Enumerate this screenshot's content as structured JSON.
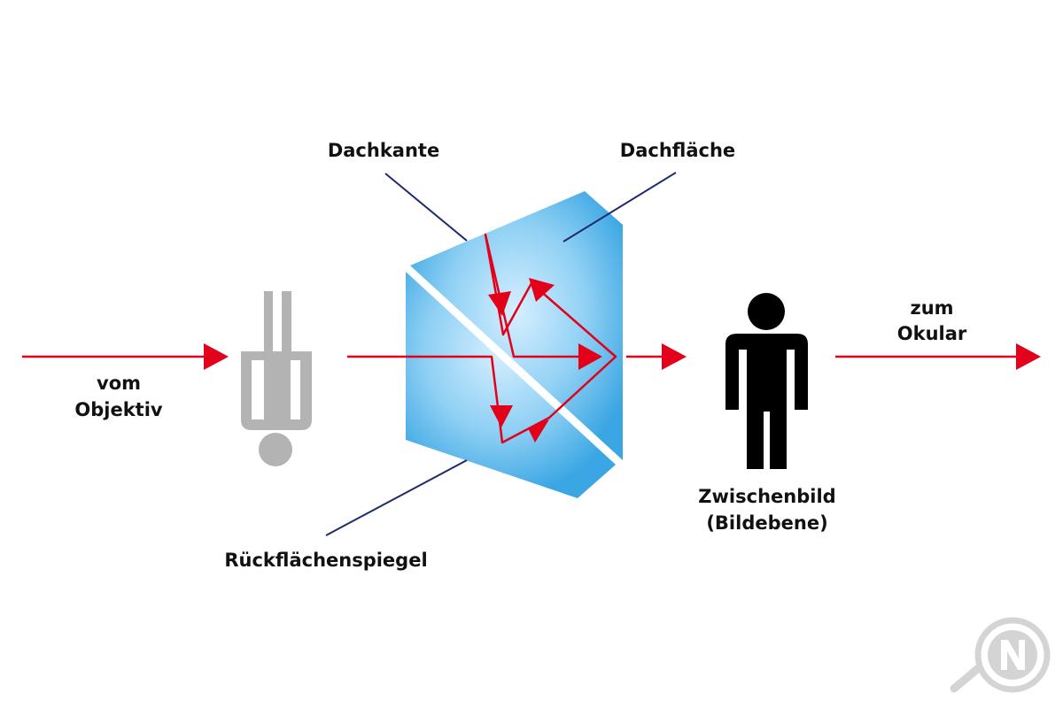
{
  "labels": {
    "roof_edge": "Dachkante",
    "roof_surface": "Dachfläche",
    "from_objective_line1": "vom",
    "from_objective_line2": "Objektiv",
    "to_eyepiece_line1": "zum",
    "to_eyepiece_line2": "Okular",
    "intermediate_image_line1": "Zwischenbild",
    "intermediate_image_line2": "(Bildebene)",
    "back_mirror": "Rückflächenspiegel"
  },
  "colors": {
    "beam": "#e2001a",
    "prism_light": "#d6efff",
    "prism_dark": "#3aa6e3",
    "leader_line": "#1f2a6b",
    "object_figure": "#b3b3b3",
    "image_figure": "#000000",
    "logo": "#cfcfcf"
  },
  "icons": {
    "object": "inverted-person-icon",
    "image": "upright-person-icon",
    "logo": "magnifier-n-logo-icon"
  }
}
